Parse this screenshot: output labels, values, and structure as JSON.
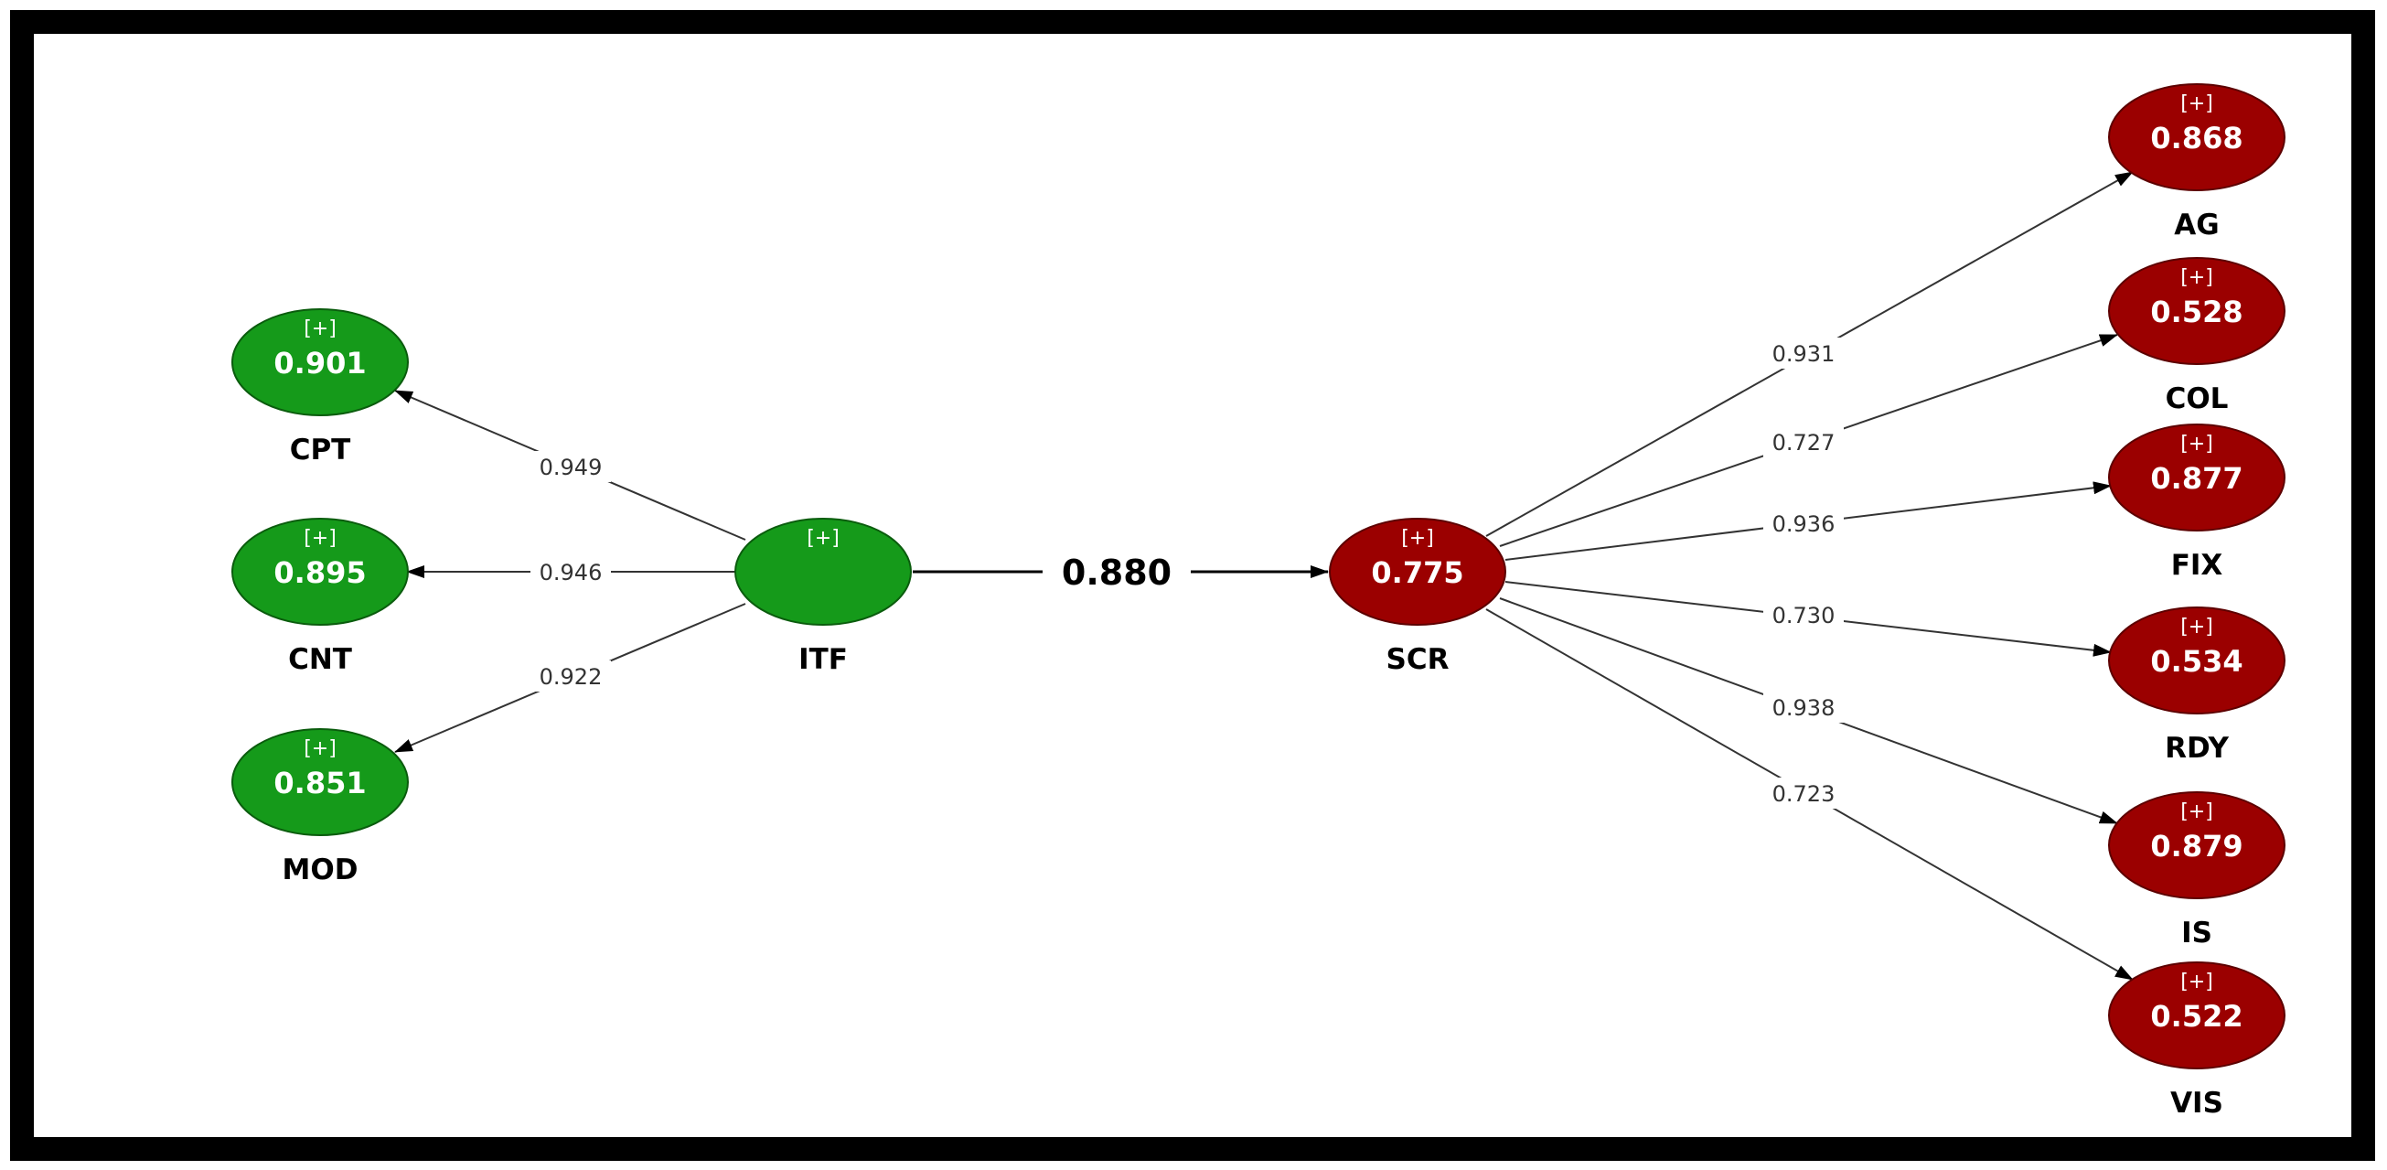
{
  "colors": {
    "frame": "#000000",
    "indicator_green": "#159a1a",
    "construct_red": "#9b0000",
    "edge": "#333333"
  },
  "plus_marker": "[+]",
  "nodes": {
    "cpt": {
      "label": "CPT",
      "value": "0.901"
    },
    "cnt": {
      "label": "CNT",
      "value": "0.895"
    },
    "mod": {
      "label": "MOD",
      "value": "0.851"
    },
    "itf": {
      "label": "ITF",
      "value": ""
    },
    "scr": {
      "label": "SCR",
      "value": "0.775"
    },
    "ag": {
      "label": "AG",
      "value": "0.868"
    },
    "col": {
      "label": "COL",
      "value": "0.528"
    },
    "fix": {
      "label": "FIX",
      "value": "0.877"
    },
    "rdy": {
      "label": "RDY",
      "value": "0.534"
    },
    "is": {
      "label": "IS",
      "value": "0.879"
    },
    "vis": {
      "label": "VIS",
      "value": "0.522"
    }
  },
  "edges": {
    "itf_cpt": {
      "value": "0.949"
    },
    "itf_cnt": {
      "value": "0.946"
    },
    "itf_mod": {
      "value": "0.922"
    },
    "itf_scr": {
      "value": "0.880"
    },
    "scr_ag": {
      "value": "0.931"
    },
    "scr_col": {
      "value": "0.727"
    },
    "scr_fix": {
      "value": "0.936"
    },
    "scr_rdy": {
      "value": "0.730"
    },
    "scr_is": {
      "value": "0.938"
    },
    "scr_vis": {
      "value": "0.723"
    }
  }
}
